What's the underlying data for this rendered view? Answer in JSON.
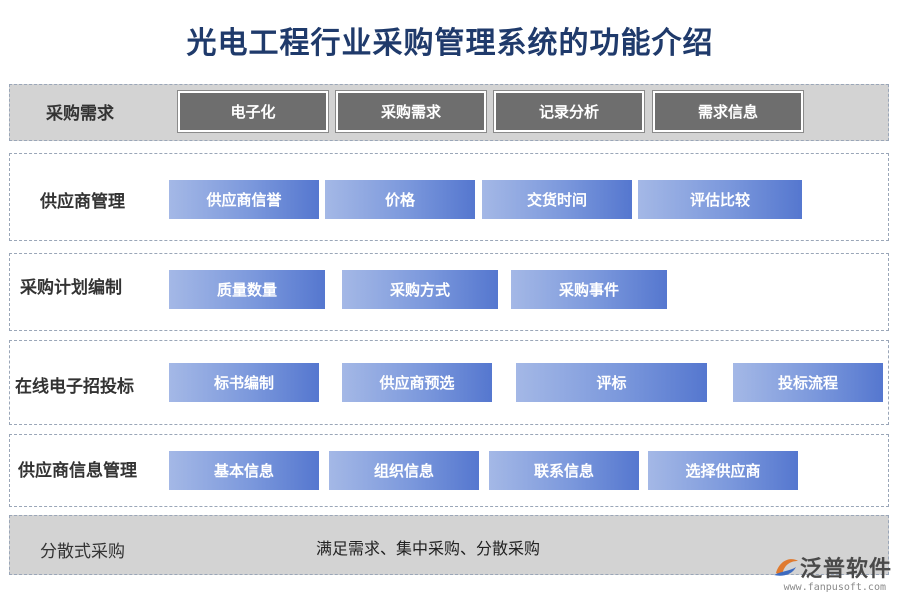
{
  "title": "光电工程行业采购管理系统的功能介绍",
  "sections": [
    {
      "label": "采购需求",
      "items": [
        "电子化",
        "采购需求",
        "记录分析",
        "需求信息"
      ]
    },
    {
      "label": "供应商管理",
      "items": [
        "供应商信誉",
        "价格",
        "交货时间",
        "评估比较"
      ]
    },
    {
      "label": "采购计划编制",
      "items": [
        "质量数量",
        "采购方式",
        "采购事件"
      ]
    },
    {
      "label": "在线电子招投标",
      "items": [
        "标书编制",
        "供应商预选",
        "评标",
        "投标流程"
      ]
    },
    {
      "label": "供应商信息管理",
      "items": [
        "基本信息",
        "组织信息",
        "联系信息",
        "选择供应商"
      ]
    },
    {
      "label": "分散式采购",
      "description": "满足需求、集中采购、分散采购"
    }
  ],
  "logo": {
    "name": "泛普软件",
    "url": "www.fanpusoft.com",
    "icon": "fanpu-logo-icon"
  },
  "colors": {
    "title": "#1f3a6b",
    "gray_box": "#6e6e6e",
    "blue_start": "#a4b8e6",
    "blue_end": "#5577cf",
    "gray_section": "#d3d3d3"
  }
}
